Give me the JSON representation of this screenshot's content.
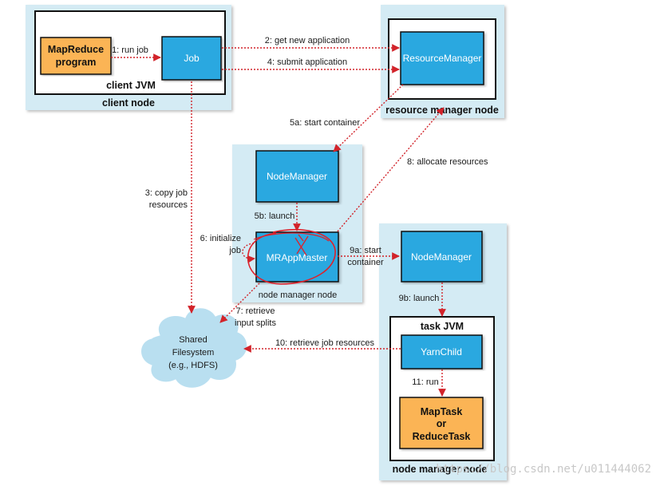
{
  "nodes": {
    "client_node": "client node",
    "client_jvm": "client JVM",
    "mapreduce_program": [
      "MapReduce",
      "program"
    ],
    "job": "Job",
    "resource_manager": "ResourceManager",
    "resource_manager_node": "resource manager node",
    "node_manager_1": "NodeManager",
    "mr_app_master": "MRAppMaster",
    "node_manager_node_1": "node manager node",
    "node_manager_2": "NodeManager",
    "task_jvm": "task JVM",
    "yarn_child": "YarnChild",
    "map_or_reduce_task": [
      "MapTask",
      "or",
      "ReduceTask"
    ],
    "node_manager_node_2": "node manager node",
    "shared_filesystem": [
      "Shared",
      "Filesystem",
      "(e.g., HDFS)"
    ]
  },
  "edges": {
    "e1": "1: run job",
    "e2": "2: get new application",
    "e3": [
      "3: copy job",
      "resources"
    ],
    "e4": "4: submit application",
    "e5a": "5a: start container",
    "e5b": "5b: launch",
    "e6": [
      "6: initialize",
      "job"
    ],
    "e7": [
      "7: retrieve",
      "input splits"
    ],
    "e8": "8: allocate resources",
    "e9a": [
      "9a: start",
      "container"
    ],
    "e9b": "9b: launch",
    "e10": "10: retrieve job resources",
    "e11": "11: run"
  },
  "watermark": "https://blog.csdn.net/u011444062",
  "colors": {
    "node_bg": "#d4ebf4",
    "box_blue": "#29a8e0",
    "box_orange": "#fbb454",
    "arrow_red": "#d2232a"
  }
}
